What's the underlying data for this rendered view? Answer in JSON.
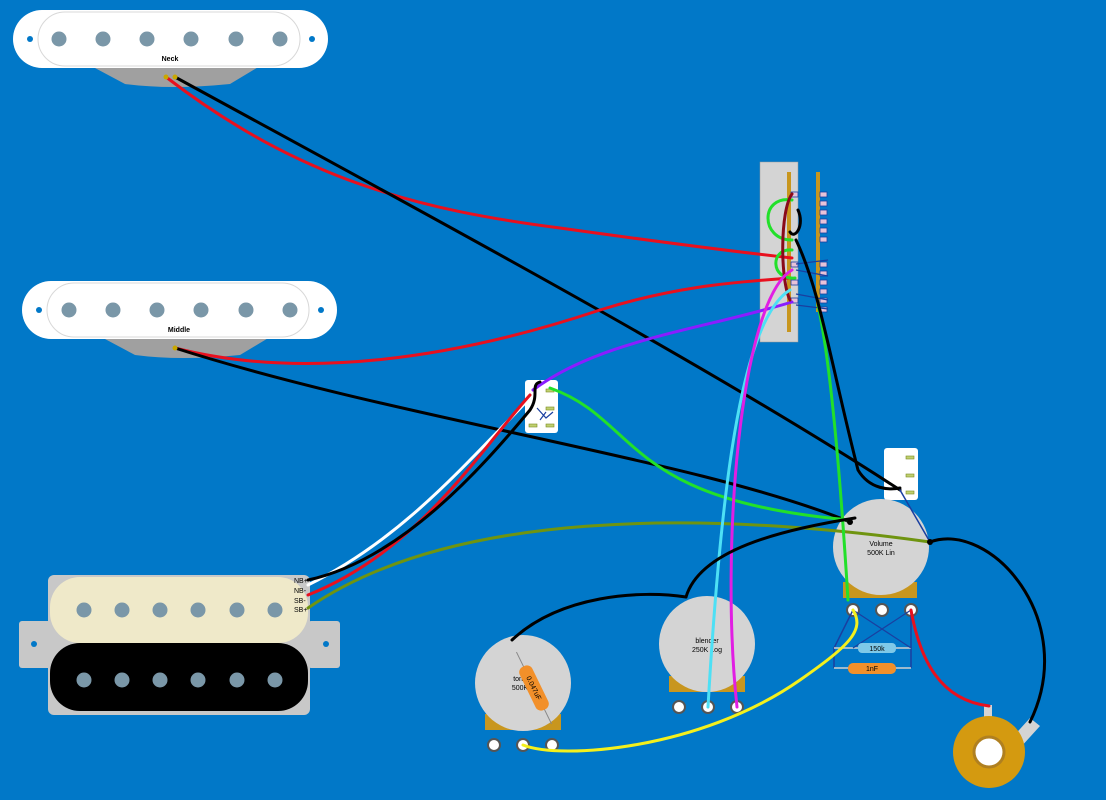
{
  "canvas": {
    "background": "#0178c8"
  },
  "pickups": {
    "neck": {
      "label": "Neck"
    },
    "middle": {
      "label": "Middle"
    },
    "humbucker": {
      "terminals": [
        "NB+",
        "NB-",
        "SB-",
        "SB+"
      ],
      "top_coil_color": "#efe9c9",
      "bottom_coil_color": "#000000"
    }
  },
  "controls": {
    "volume": {
      "label": "Volume",
      "value": "500K Lin"
    },
    "blender": {
      "label": "blender",
      "value": "250K Log"
    },
    "tone": {
      "label": "tone",
      "value": "500K",
      "cap_label": "0.047uF"
    }
  },
  "components": {
    "resistor": {
      "label": "150k"
    },
    "capacitor": {
      "label": "1nF"
    }
  },
  "wire_colors": {
    "red": "#e8101e",
    "black": "#000000",
    "white": "#ffffff",
    "green": "#22e02a",
    "purple": "#8a1dff",
    "magenta": "#e11ee3",
    "cyan": "#4de0f5",
    "yellow": "#f4f01c",
    "olive": "#6f9410",
    "darkred": "#8a0a1a"
  }
}
